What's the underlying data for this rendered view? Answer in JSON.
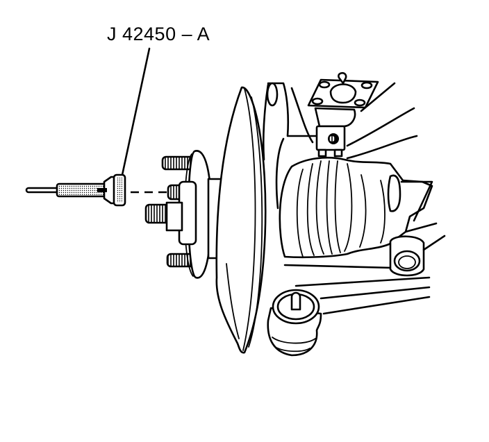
{
  "diagram": {
    "tool_callout": "J 42450 – A",
    "components": [
      "wheel-hub-removal-tool",
      "wheel-studs",
      "wheel-hub-flange",
      "steering-knuckle",
      "brake-shield",
      "cv-joint-boot",
      "upper-control-arm",
      "ball-joint-bracket",
      "lower-control-arm",
      "lower-ball-joint",
      "bushing"
    ],
    "colors": {
      "line": "#000000",
      "background": "#ffffff"
    }
  }
}
